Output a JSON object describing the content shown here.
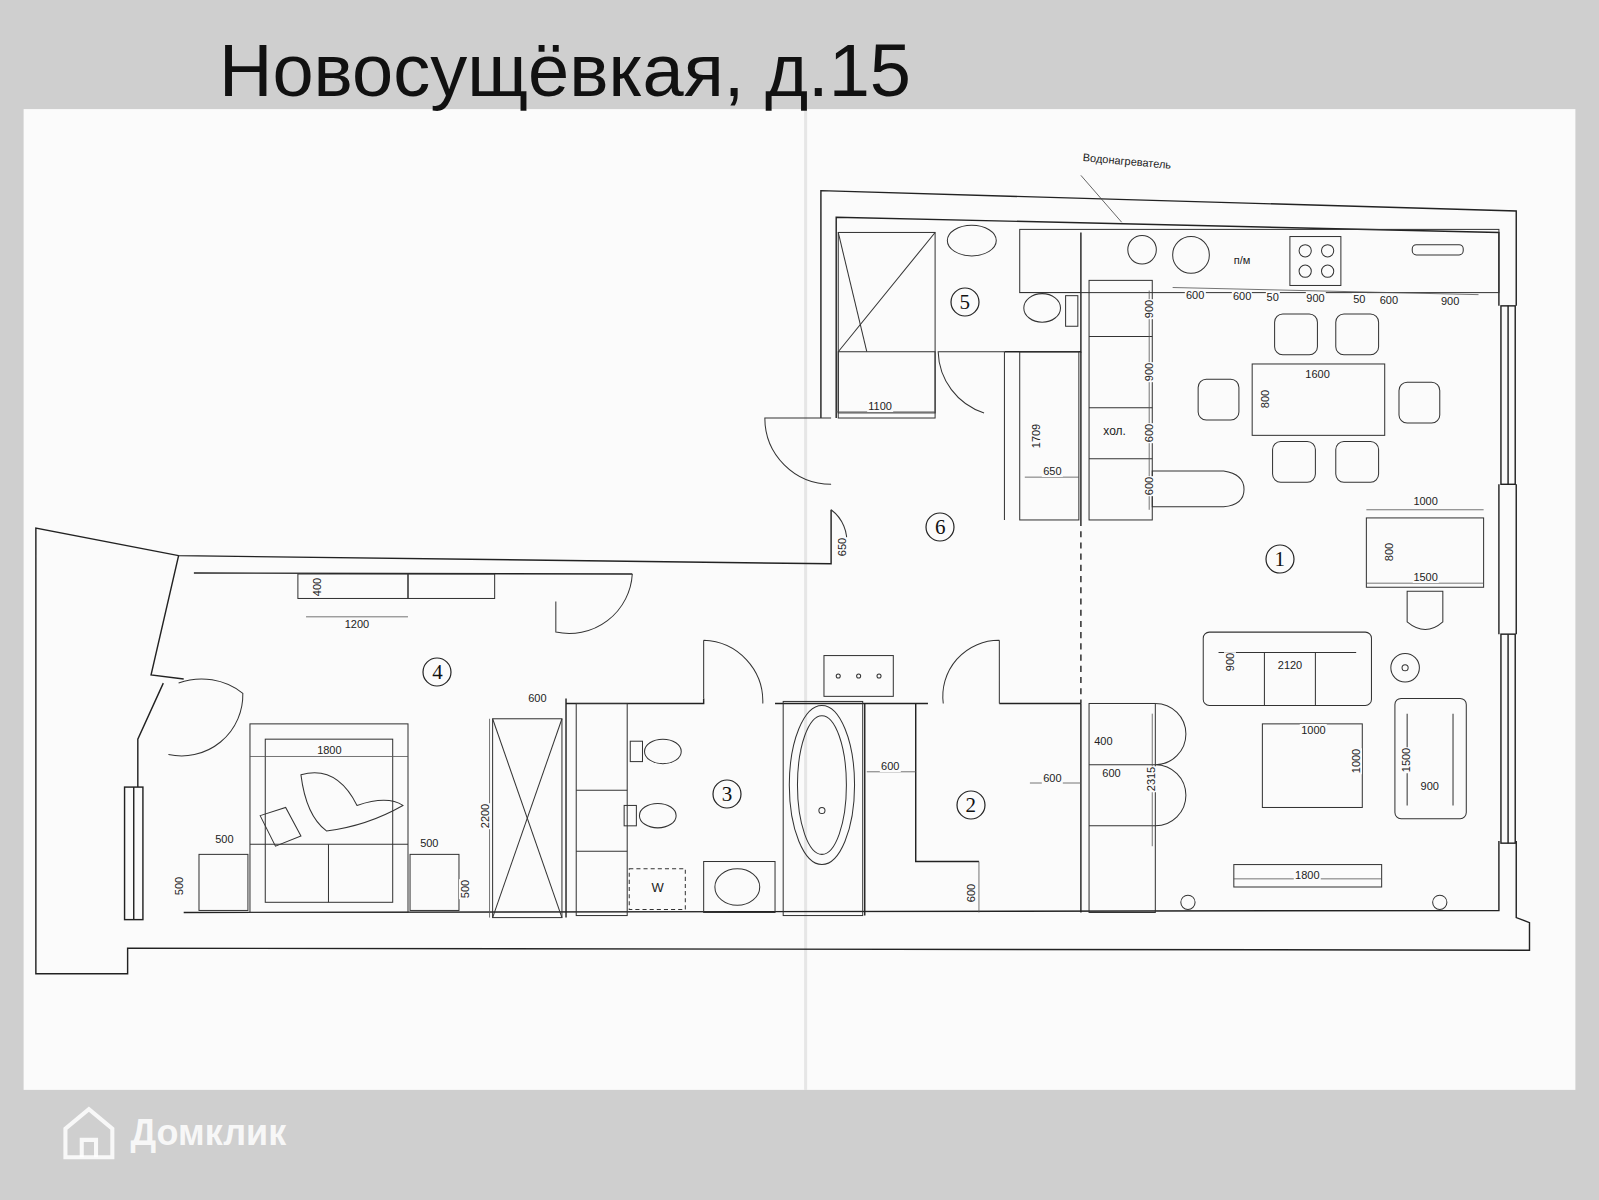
{
  "diagram": {
    "title": "Новосущёвкая, д.15",
    "nodes": [
      {
        "text": [
          "1"
        ]
      },
      {
        "text": [
          "2"
        ]
      },
      {
        "text": [
          "3"
        ]
      },
      {
        "text": [
          "4"
        ]
      },
      {
        "text": [
          "5"
        ]
      },
      {
        "text": [
          "6"
        ]
      }
    ],
    "labels": [
      "Водонагреватель",
      "п/м",
      "600",
      "600",
      "50",
      "900",
      "50",
      "600",
      "900",
      "900",
      "1600",
      "800",
      "900",
      "1100",
      "хол.",
      "600",
      "1709",
      "650",
      "600",
      "1000",
      "800",
      "1500",
      "650",
      "400",
      "1200",
      "600",
      "900",
      "2120",
      "1000",
      "400",
      "1000",
      "1500",
      "600",
      "2315",
      "900",
      "600",
      "600",
      "1800",
      "2200",
      "500",
      "500",
      "500",
      "500",
      "W",
      "600",
      "1800",
      "Домклик"
    ]
  }
}
